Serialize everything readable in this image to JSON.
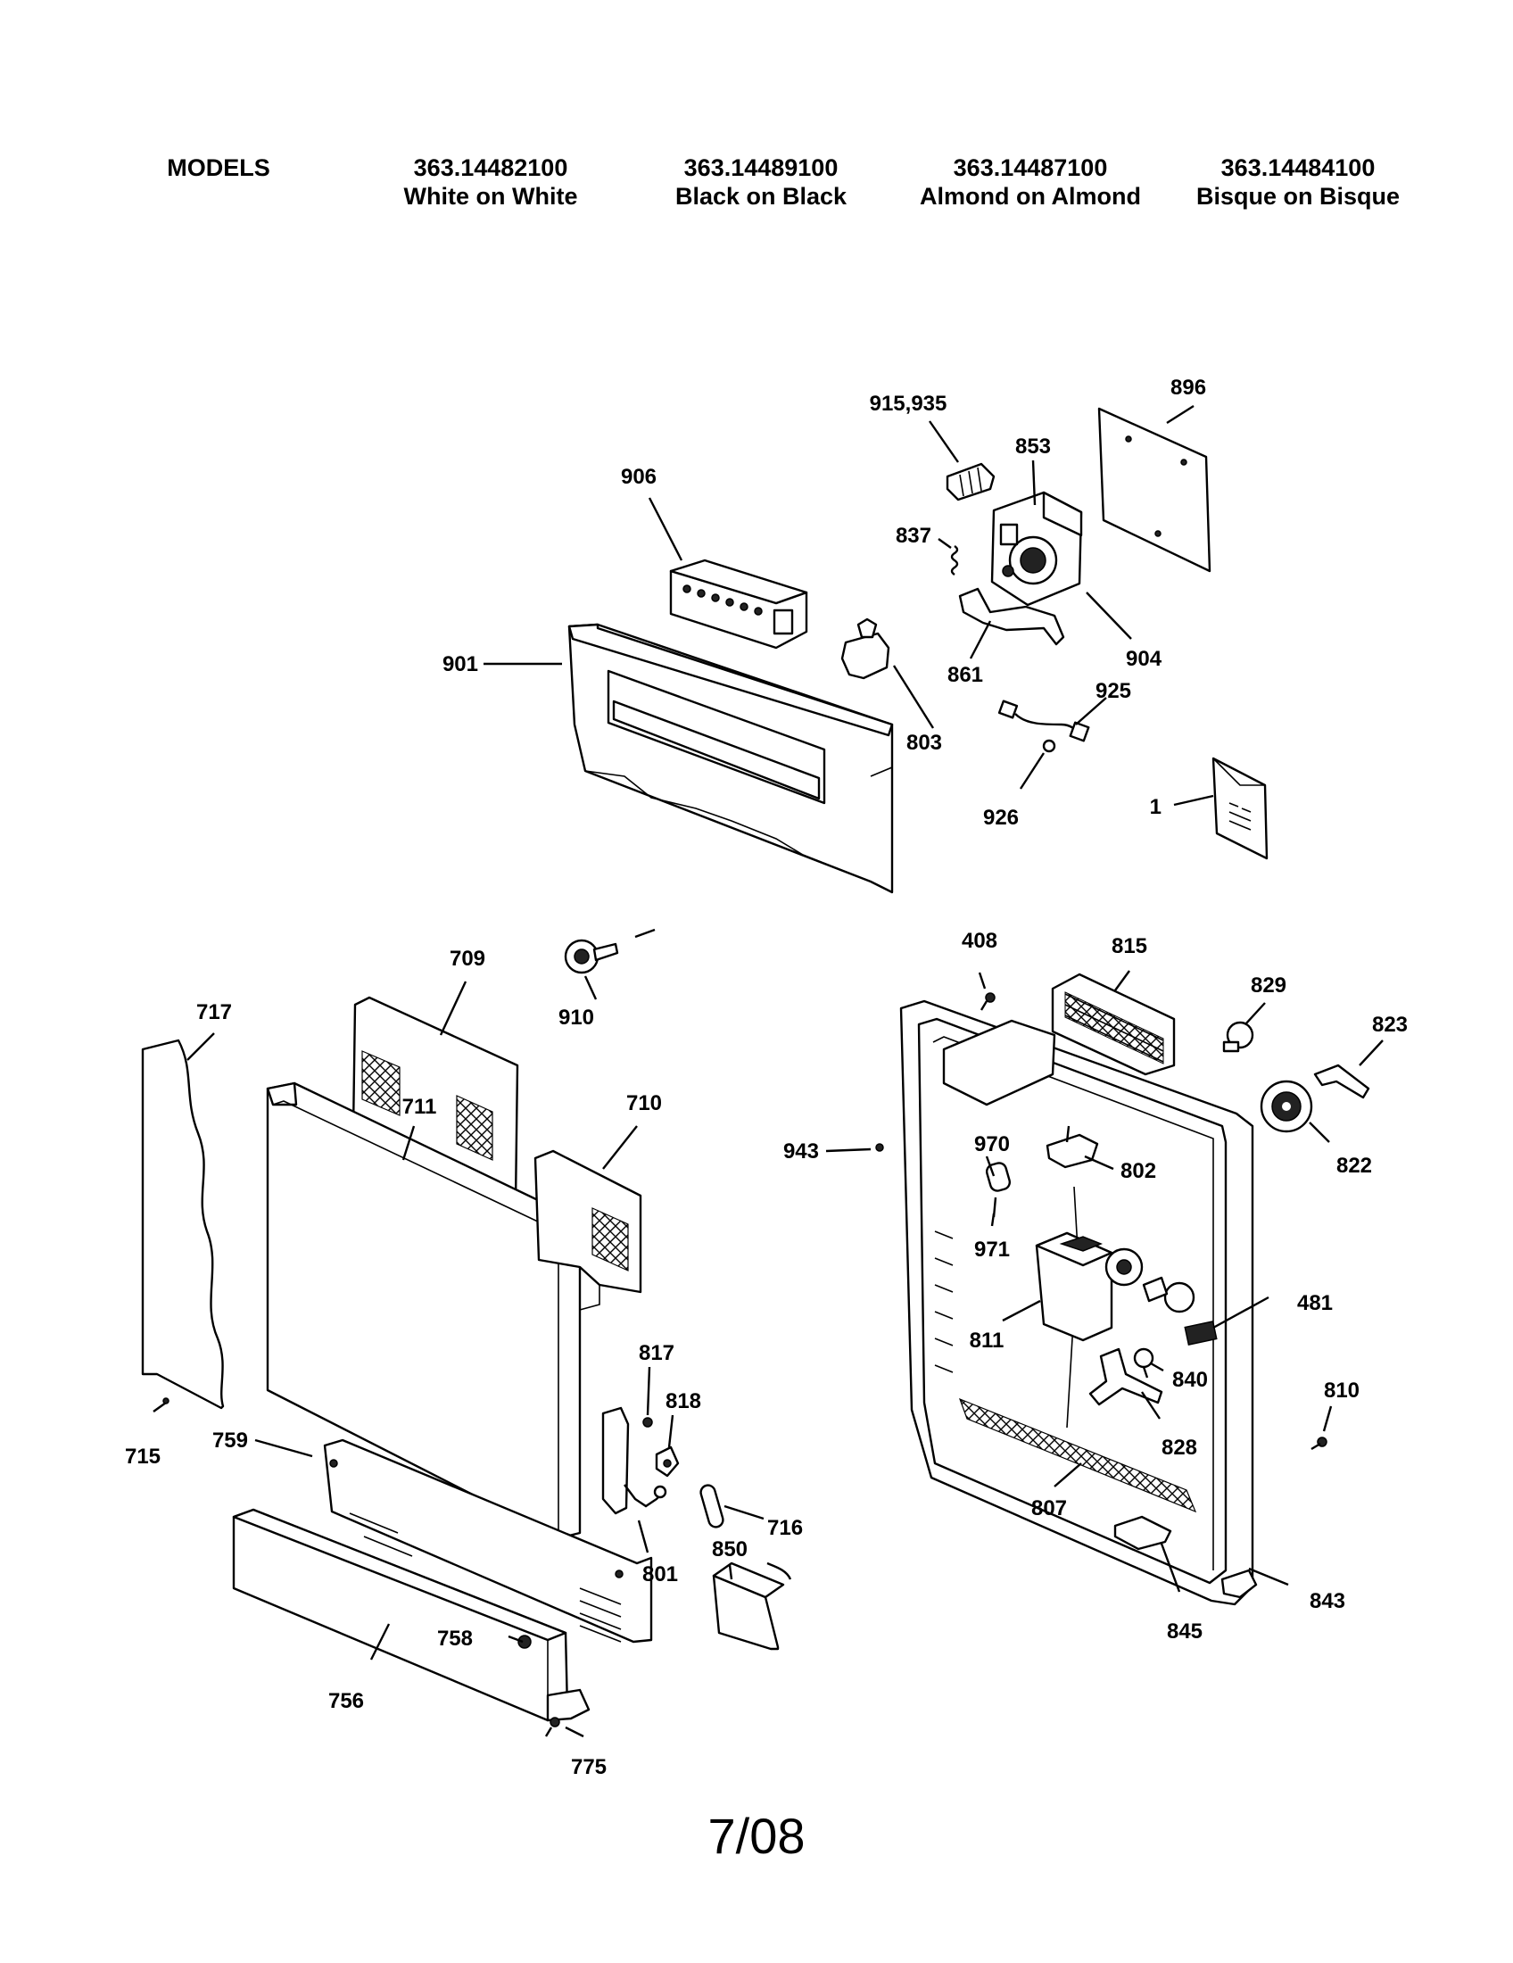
{
  "header": {
    "models_label": "MODELS",
    "models": [
      {
        "number": "363.14482100",
        "color": "White on White"
      },
      {
        "number": "363.14489100",
        "color": "Black on Black"
      },
      {
        "number": "363.14487100",
        "color": "Almond on Almond"
      },
      {
        "number": "363.14484100",
        "color": "Bisque on Bisque"
      }
    ]
  },
  "callouts": {
    "c896": "896",
    "c915_935": "915,935",
    "c853": "853",
    "c906": "906",
    "c837": "837",
    "c904": "904",
    "c901": "901",
    "c861": "861",
    "c925": "925",
    "c803": "803",
    "c926": "926",
    "c1": "1",
    "c408": "408",
    "c815": "815",
    "c829": "829",
    "c823": "823",
    "c709": "709",
    "c910": "910",
    "c717": "717",
    "c711": "711",
    "c710": "710",
    "c943": "943",
    "c970": "970",
    "c802": "802",
    "c822": "822",
    "c971": "971",
    "c481": "481",
    "c811": "811",
    "c817": "817",
    "c818": "818",
    "c840": "840",
    "c810": "810",
    "c715": "715",
    "c759": "759",
    "c828": "828",
    "c716": "716",
    "c807": "807",
    "c850": "850",
    "c801": "801",
    "c758": "758",
    "c843": "843",
    "c845": "845",
    "c756": "756",
    "c775": "775"
  },
  "footer": {
    "page_number": "7/08"
  }
}
